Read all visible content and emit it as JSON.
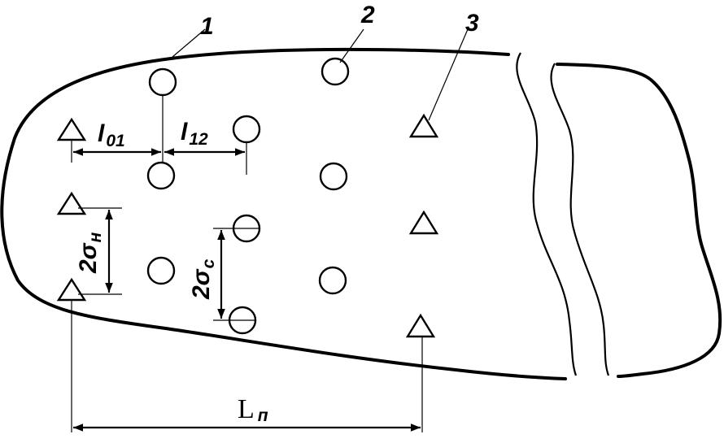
{
  "callouts": {
    "one": "1",
    "two": "2",
    "three": "3"
  },
  "labels": {
    "l01_main": "l",
    "l01_sub": "01",
    "l12_main": "l",
    "l12_sub": "12",
    "sigma_h_main": "2σ",
    "sigma_h_sub": "н",
    "sigma_c_main": "2σ",
    "sigma_c_sub": "с",
    "lp_main": "L",
    "lp_sub": "п"
  },
  "colors": {
    "stroke": "#000000",
    "background": "#ffffff"
  },
  "symbols": {
    "circle": "circle-marker",
    "triangle": "triangle-marker"
  }
}
